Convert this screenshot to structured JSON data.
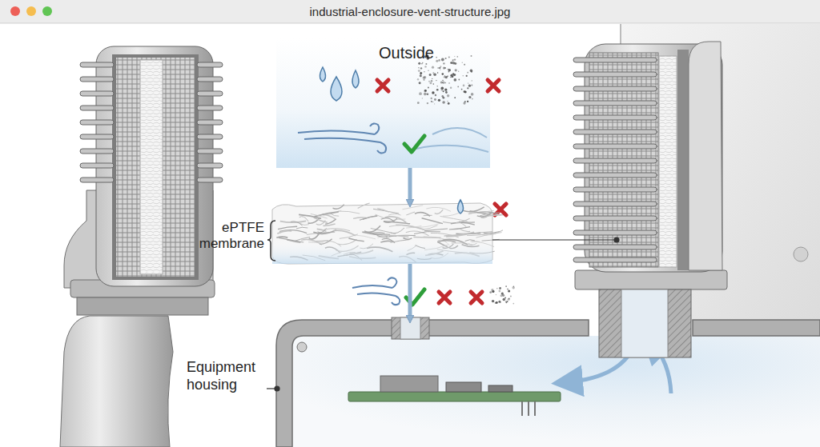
{
  "diagram": {
    "title": "industrial-enclosure-vent-structure.jpg",
    "nodes": [
      {
        "text": [
          "Outside"
        ]
      },
      {
        "text": [
          "ePTFE membrane"
        ]
      },
      {
        "text": [
          "Equipment housing"
        ]
      }
    ],
    "edges": [
      {
        "from": 0,
        "to": 1,
        "arrow": "to"
      },
      {
        "from": 1,
        "to": 2,
        "arrow": "to"
      }
    ]
  }
}
